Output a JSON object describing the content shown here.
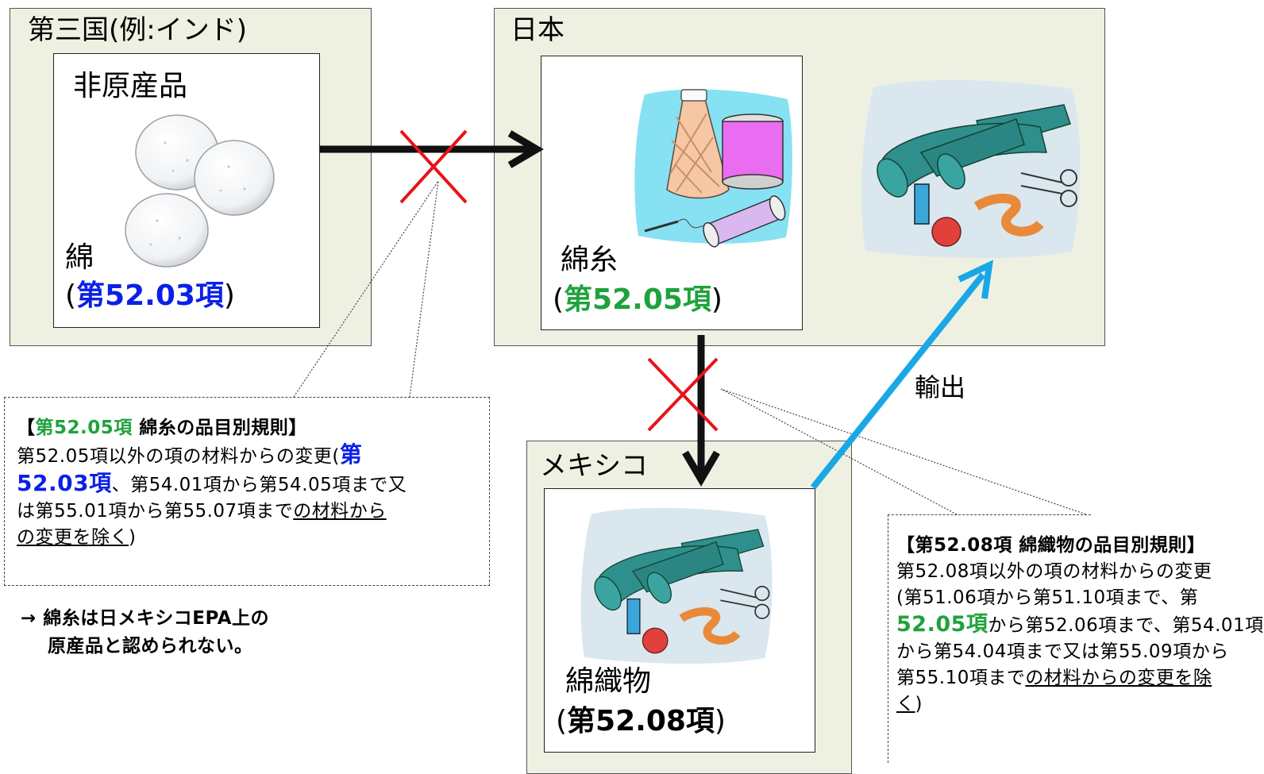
{
  "third_country": {
    "title": "第三国(例:インド)",
    "card_title": "非原産品",
    "item_name": "綿",
    "paren_open": "(",
    "hs_code": "第52.03項",
    "paren_close": ")"
  },
  "japan": {
    "title": "日本",
    "item_name": "綿糸",
    "paren_open": "(",
    "hs_code": "第52.05項",
    "paren_close": ")"
  },
  "mexico": {
    "title": "メキシコ",
    "item_name": "綿織物",
    "paren_open": "(",
    "hs_code": "第52.08項",
    "paren_close": ")"
  },
  "export_label": "輸出",
  "rule_yarn": {
    "bracket_open": "【",
    "code": "第52.05項",
    "title": " 綿糸の品目別規則】",
    "line2_a": "第52.05項以外の項の材料からの変更(",
    "line2_b": "第",
    "line3_a": "52.03項",
    "line3_b": "、第54.01項から第54.05項まで又",
    "line4_a": "は第55.01項から第55.07項まで",
    "line4_b": "の材料から",
    "line5_a": "の変更を除く",
    "line5_b": ")"
  },
  "conclusion": {
    "line1": "→ 綿糸は日メキシコEPA上の",
    "line2": "原産品と認められない。"
  },
  "rule_fabric": {
    "title_a": "【",
    "title_b": "第52.08項",
    "title_c": " 綿織物の品目別規則】",
    "line2": "第52.08項以外の項の材料からの変更",
    "line3": "(第51.06項から第51.10項まで、第",
    "line4_a": "52.05項",
    "line4_b": "から第52.06項まで、第54.01項",
    "line5": "から第54.04項まで又は第55.09項から",
    "line6_a": "第55.10項まで",
    "line6_b": "の材料からの変更を除",
    "line7_a": "く",
    "line7_b": ")"
  },
  "colors": {
    "region_bg": "#eef1e2",
    "code_blue": "#0a20e8",
    "code_green": "#1fa23c",
    "cross_red": "#e8131b",
    "export_arrow": "#1aa7e6",
    "yarn_bg": "#86e2f2",
    "fabric_teal": "#2f8f8c"
  },
  "icons": [
    "cotton-balls-icon",
    "thread-spools-icon",
    "fabric-rolls-icon",
    "red-cross-icon",
    "arrow-icon"
  ]
}
